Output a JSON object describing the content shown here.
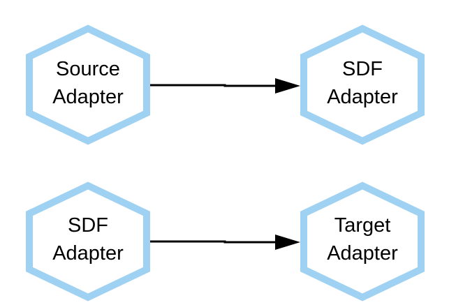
{
  "diagram": {
    "nodes": [
      {
        "id": "source-adapter-top",
        "lines": [
          "Source",
          "Adapter"
        ]
      },
      {
        "id": "sdf-adapter-top",
        "lines": [
          "SDF",
          "Adapter"
        ]
      },
      {
        "id": "sdf-adapter-bottom",
        "lines": [
          "SDF",
          "Adapter"
        ]
      },
      {
        "id": "target-adapter-bottom",
        "lines": [
          "Target",
          "Adapter"
        ]
      }
    ],
    "edges": [
      {
        "from": "source-adapter-top",
        "to": "sdf-adapter-top"
      },
      {
        "from": "sdf-adapter-bottom",
        "to": "target-adapter-bottom"
      }
    ],
    "colors": {
      "node_border": "#9fd1f2",
      "node_fill": "#ffffff",
      "edge": "#000000",
      "text": "#000000"
    }
  }
}
